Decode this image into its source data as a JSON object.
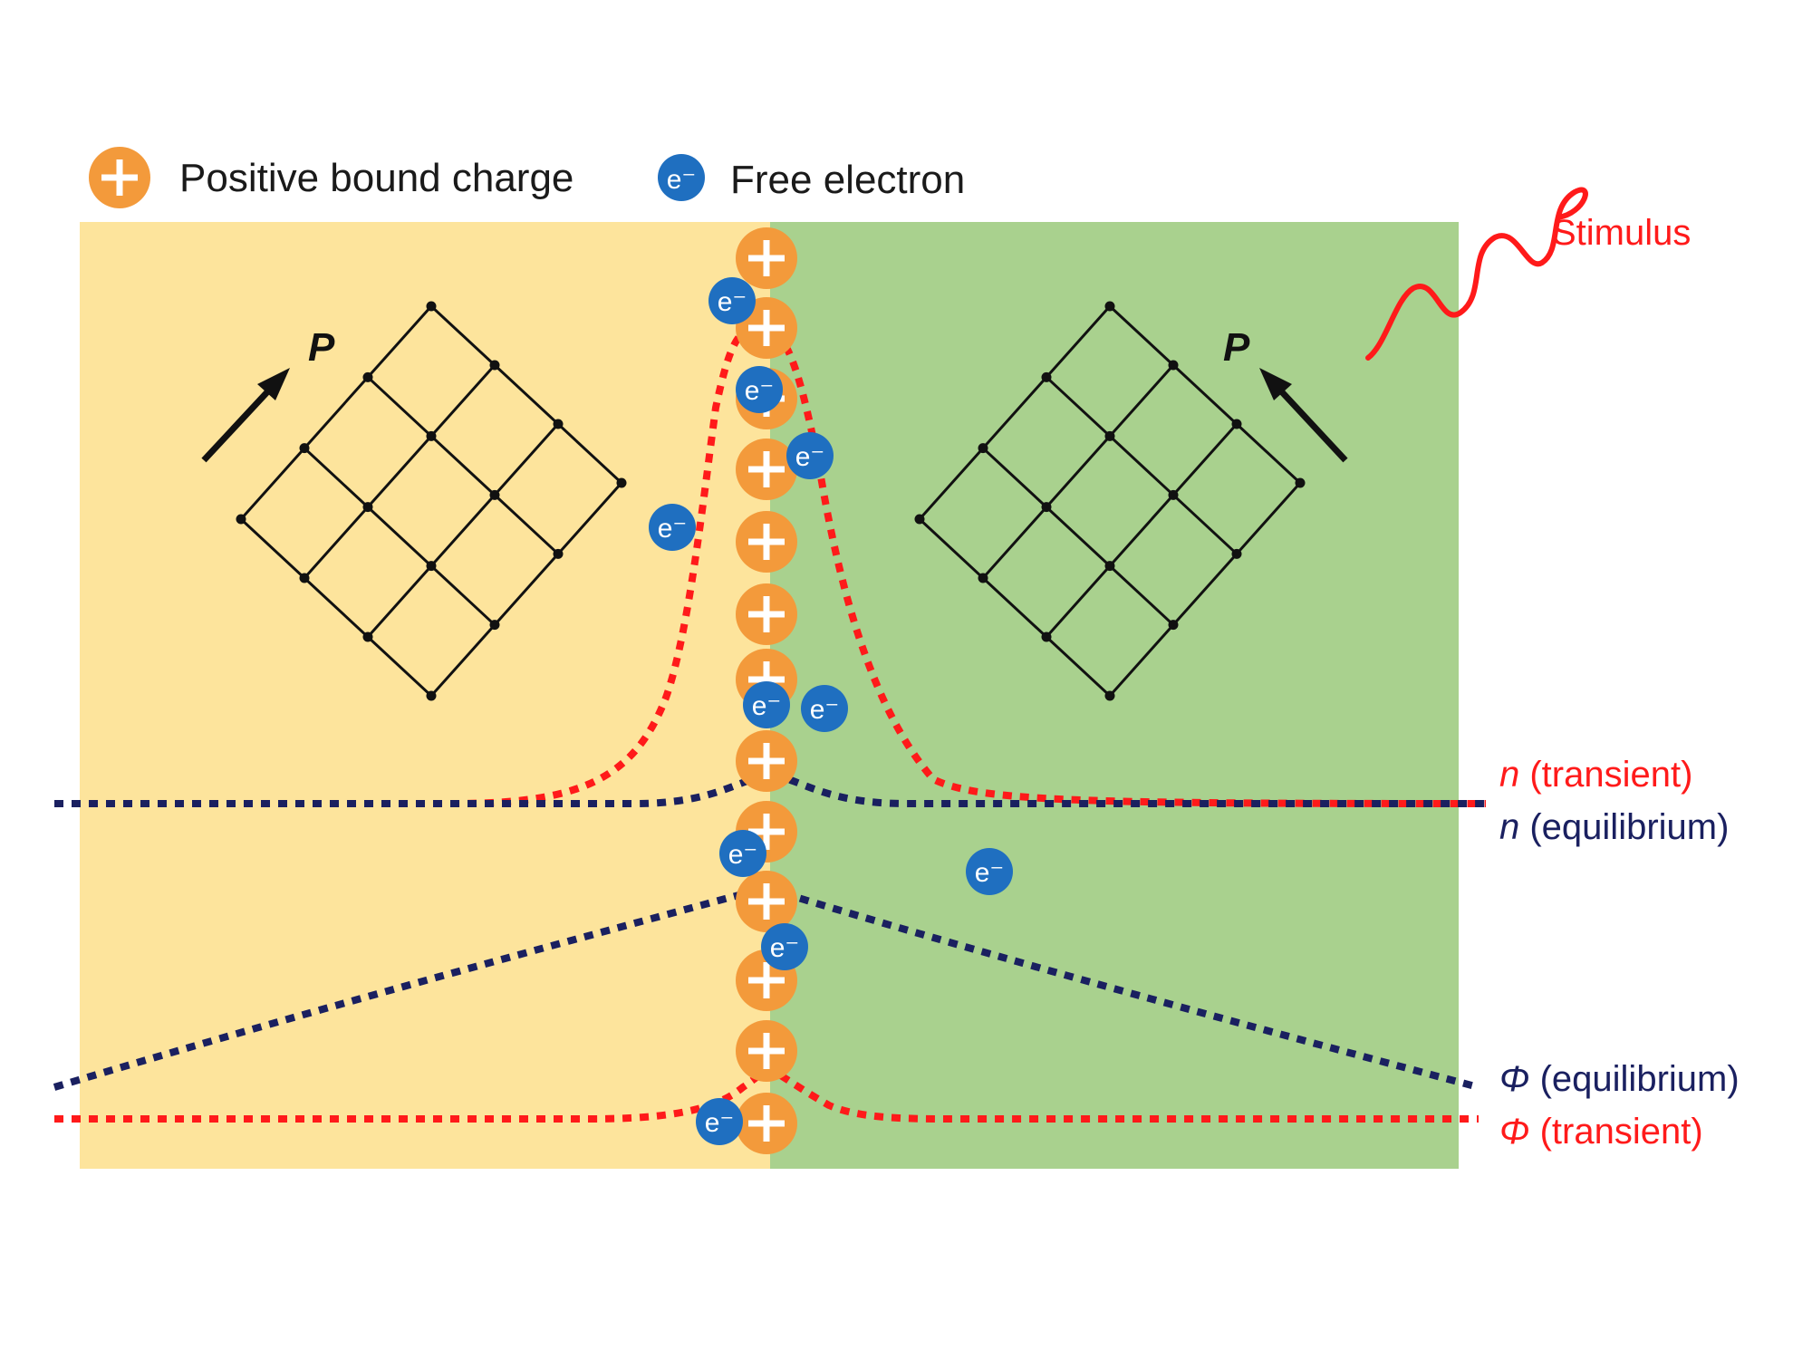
{
  "legend": {
    "positive_label": "Positive bound charge",
    "electron_symbol": "e⁻",
    "electron_label": "Free electron"
  },
  "polarization": {
    "left": "P",
    "right": "P"
  },
  "stimulus_label": "Stimulus",
  "curve_labels": {
    "n_transient": {
      "symbol": "n",
      "text": " (transient)"
    },
    "n_equilibrium": {
      "symbol": "n",
      "text": " (equilibrium)"
    },
    "phi_equilibrium": {
      "symbol": "Φ",
      "text": " (equilibrium)"
    },
    "phi_transient": {
      "symbol": "Φ",
      "text": " (transient)"
    }
  },
  "colors": {
    "left_domain": "#FDE49C",
    "right_domain": "#A9D18E",
    "bound_charge": "#F39A3B",
    "electron": "#1F6FC0",
    "transient": "#FF1A1A",
    "equilibrium": "#1A2060",
    "stimulus": "#FF1A1A"
  }
}
